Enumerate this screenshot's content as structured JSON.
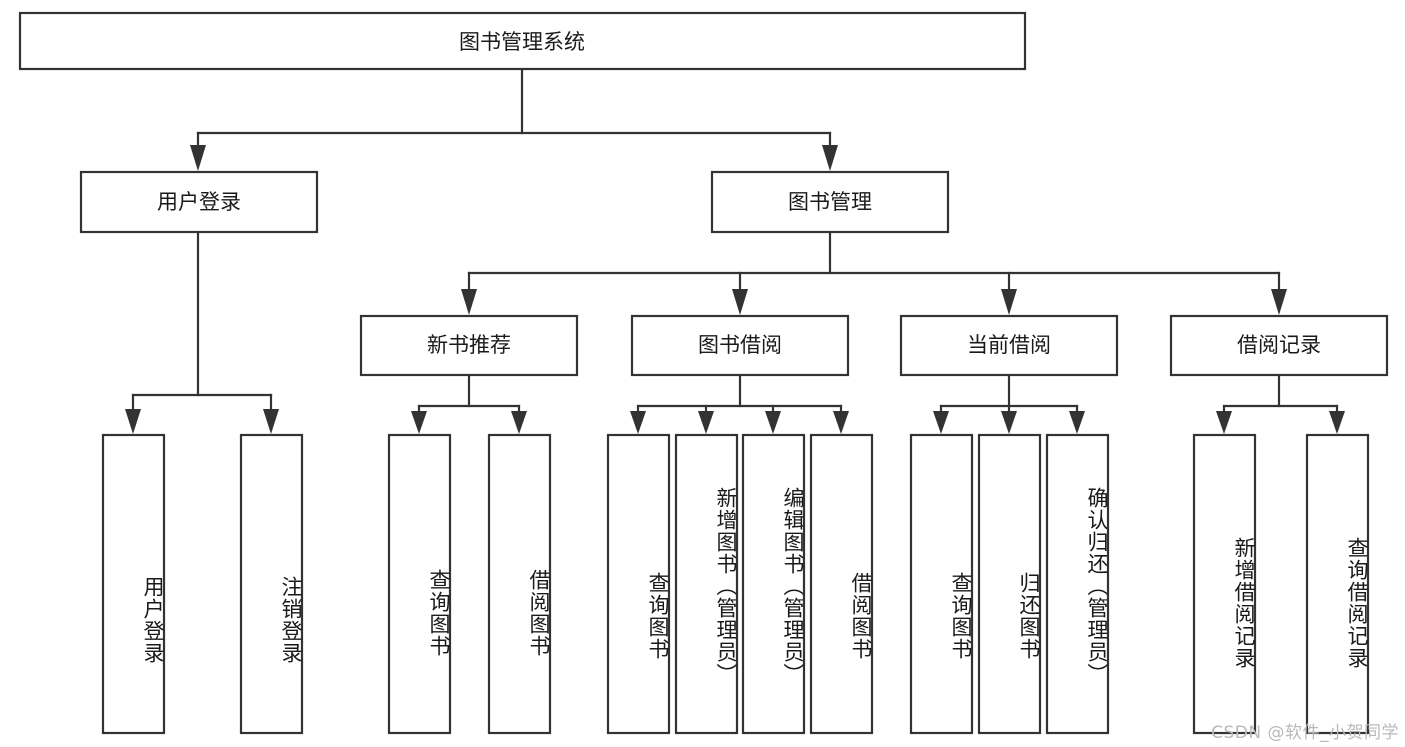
{
  "diagram": {
    "title": "图书管理系统",
    "type": "tree-hierarchy",
    "orientation": "top-down",
    "colors": {
      "box_fill": "#ffffff",
      "box_stroke": "#333333",
      "text": "#1a1a1a",
      "background": "#ffffff",
      "watermark": "#b9b9b9"
    },
    "root": {
      "id": "root",
      "label": "图书管理系统",
      "orientation": "horizontal"
    },
    "level2": [
      {
        "id": "user-login",
        "label": "用户登录",
        "orientation": "horizontal"
      },
      {
        "id": "book-manage",
        "label": "图书管理",
        "orientation": "horizontal"
      }
    ],
    "level3": [
      {
        "id": "new-book-recommend",
        "label": "新书推荐",
        "orientation": "horizontal"
      },
      {
        "id": "book-borrow",
        "label": "图书借阅",
        "orientation": "horizontal"
      },
      {
        "id": "current-borrow",
        "label": "当前借阅",
        "orientation": "horizontal"
      },
      {
        "id": "borrow-record",
        "label": "借阅记录",
        "orientation": "horizontal"
      }
    ],
    "leaves": [
      {
        "id": "leaf-user-login",
        "label": "用户登录",
        "parent": "user-login",
        "orientation": "vertical"
      },
      {
        "id": "leaf-logout-login",
        "label": "注销登录",
        "parent": "user-login",
        "orientation": "vertical"
      },
      {
        "id": "leaf-query-book-1",
        "label": "查询图书",
        "parent": "new-book-recommend",
        "orientation": "vertical"
      },
      {
        "id": "leaf-borrow-book-1",
        "label": "借阅图书",
        "parent": "new-book-recommend",
        "orientation": "vertical"
      },
      {
        "id": "leaf-query-book-2",
        "label": "查询图书",
        "parent": "book-borrow",
        "orientation": "vertical"
      },
      {
        "id": "leaf-add-book",
        "label": "新增图书（管理员）",
        "parent": "book-borrow",
        "orientation": "vertical"
      },
      {
        "id": "leaf-edit-book",
        "label": "编辑图书（管理员）",
        "parent": "book-borrow",
        "orientation": "vertical"
      },
      {
        "id": "leaf-borrow-book-2",
        "label": "借阅图书",
        "parent": "book-borrow",
        "orientation": "vertical"
      },
      {
        "id": "leaf-query-book-3",
        "label": "查询图书",
        "parent": "current-borrow",
        "orientation": "vertical"
      },
      {
        "id": "leaf-return-book",
        "label": "归还图书",
        "parent": "current-borrow",
        "orientation": "vertical"
      },
      {
        "id": "leaf-confirm-return",
        "label": "确认归还（管理员）",
        "parent": "current-borrow",
        "orientation": "vertical"
      },
      {
        "id": "leaf-add-record",
        "label": "新增借阅记录",
        "parent": "borrow-record",
        "orientation": "vertical"
      },
      {
        "id": "leaf-query-record",
        "label": "查询借阅记录",
        "parent": "borrow-record",
        "orientation": "vertical"
      }
    ]
  },
  "watermark": {
    "text": "CSDN @软件_小贺同学"
  }
}
